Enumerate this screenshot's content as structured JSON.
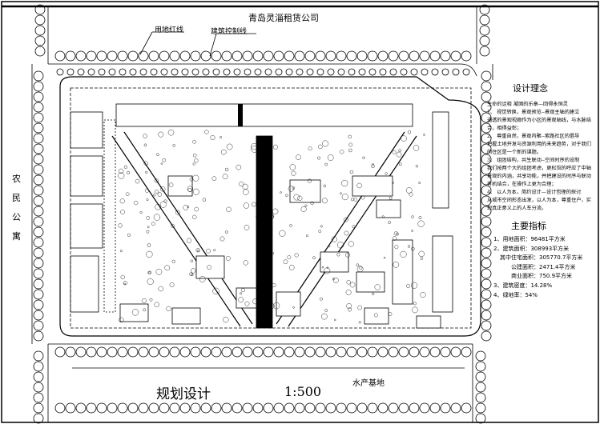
{
  "header": {
    "company": "青岛灵淄租赁公司",
    "label_red_line": "用地红线",
    "label_build_line": "建筑控制线"
  },
  "left_label": [
    "农",
    "民",
    "公",
    "寓"
  ],
  "bottom": {
    "title": "规划设计",
    "scale": "1:500",
    "neighbor": "水产基地"
  },
  "design_concept": {
    "title": "设计理念",
    "lines": [
      "生命的诠释  凝固的乐章—回得永恒灵",
      "1、 视觉转换，景观预览--景观主轴的建立",
      "通透的景观视廊作为小区的景观轴线，与水脉结",
      "合，相得益彰；",
      "2、 尊重自然，景观内聚--紫路社区的倡导",
      "把握土地开发与资源利用的未来趋势，对于我们",
      "的住区是一个新的课题。",
      "3、 组团结构，共生联动--空间时序的设制",
      "我们按两个大的组团考虑，更松馆的呼应了中轴",
      "景观的内涵，共享功能，并把建设的时序与联动",
      "有机结合，在操作上更为合理；",
      "4、 以人为本，简约设计—设计哲理的探讨",
      "从城市空间形态出发，以人为本，尊重住户，实",
      "现真正意义上的人车分流。"
    ]
  },
  "indicators": {
    "title": "主要指标",
    "items": [
      "1、用地面积：96481平方米",
      "2、建筑面积：308993平方米",
      "其中住宅面积：305770.7平方米",
      "公建面积：2471.4平方米",
      "商业面积：750.9平方米",
      "3、建筑密度：14.28%",
      "4、绿地率：54%"
    ]
  }
}
